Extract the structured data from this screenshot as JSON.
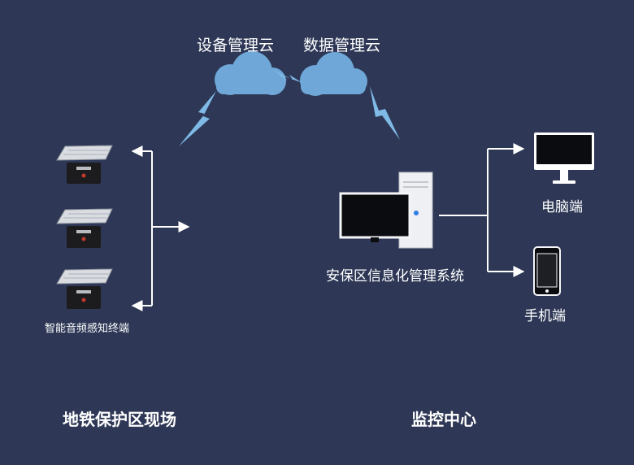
{
  "clouds": {
    "device_cloud_label": "设备管理云",
    "data_cloud_label": "数据管理云"
  },
  "terminal": {
    "label": "智能音频感知终端"
  },
  "center_system": {
    "label": "安保区信息化管理系统"
  },
  "clients": {
    "pc_label": "电脑端",
    "phone_label": "手机端"
  },
  "sections": {
    "field_label": "地铁保护区现场",
    "monitor_label": "监控中心"
  },
  "colors": {
    "background": "#2e3856",
    "cloud": "#6fa8d8",
    "lightning": "#7fb9e6",
    "arrow": "#ffffff"
  }
}
